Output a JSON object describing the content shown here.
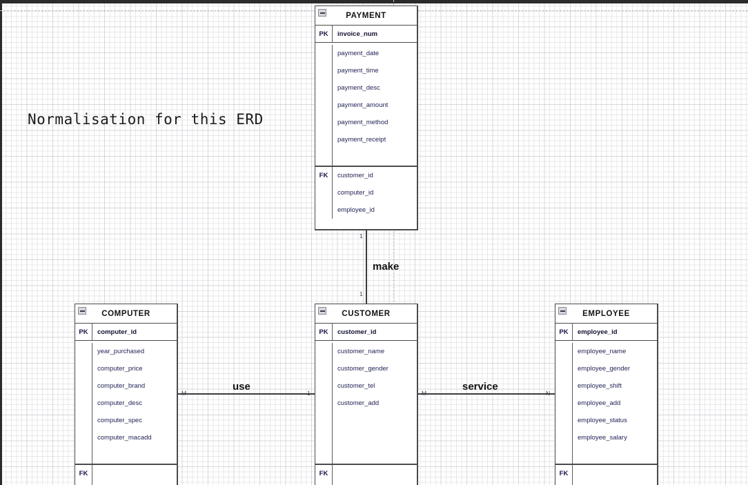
{
  "diagram": {
    "title": "Normalisation for this ERD",
    "collapse_icon": "collapse-minus-icon"
  },
  "entities": {
    "payment": {
      "name": "PAYMENT",
      "pk_label": "PK",
      "fk_label": "FK",
      "pk": "invoice_num",
      "attributes": [
        "payment_date",
        "payment_time",
        "payment_desc",
        "payment_amount",
        "payment_method",
        "payment_receipt"
      ],
      "foreign_keys": [
        "customer_id",
        "computer_id",
        "employee_id"
      ]
    },
    "computer": {
      "name": "COMPUTER",
      "pk_label": "PK",
      "fk_label": "FK",
      "pk": "computer_id",
      "attributes": [
        "year_purchased",
        "computer_price",
        "computer_brand",
        "computer_desc",
        "computer_spec",
        "computer_macadd"
      ],
      "foreign_keys": []
    },
    "customer": {
      "name": "CUSTOMER",
      "pk_label": "PK",
      "fk_label": "FK",
      "pk": "customer_id",
      "attributes": [
        "customer_name",
        "customer_gender",
        "customer_tel",
        "customer_add"
      ],
      "foreign_keys": []
    },
    "employee": {
      "name": "EMPLOYEE",
      "pk_label": "PK",
      "fk_label": "FK",
      "pk": "employee_id",
      "attributes": [
        "employee_name",
        "employee_gender",
        "employee_shift",
        "employee_add",
        "employee_status",
        "employee_salary"
      ],
      "foreign_keys": []
    }
  },
  "relationships": {
    "make": {
      "label": "make",
      "from_cardinality": "1",
      "to_cardinality": "1"
    },
    "use": {
      "label": "use",
      "from_cardinality": "M",
      "to_cardinality": "1"
    },
    "service": {
      "label": "service",
      "from_cardinality": "M",
      "to_cardinality": "N"
    }
  }
}
